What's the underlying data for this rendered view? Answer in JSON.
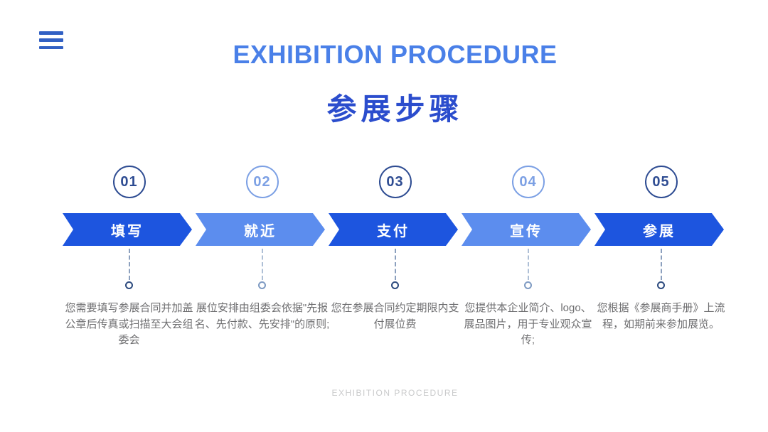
{
  "page": {
    "title_en": "EXHIBITION PROCEDURE",
    "title_zh": "参展步骤",
    "footer": "EXHIBITION PROCEDURE"
  },
  "colors": {
    "title_blue": "#4A80E8",
    "subtitle_blue": "#2B4DCD",
    "banner_dark": "#1D55DF",
    "banner_light": "#5C8DEE",
    "circle_dark": "#2E4C92",
    "circle_light": "#7CA0E4",
    "body_text_gray": "#6E6E70",
    "footer_gray": "#C9CACB",
    "menu_icon_blue": "#3160C4"
  },
  "menu": {
    "icon": "hamburger-icon"
  },
  "steps": [
    {
      "number": "01",
      "label": "填写",
      "tone": "dark",
      "description": "您需要填写参展合同并加盖公章后传真或扫描至大会组委会"
    },
    {
      "number": "02",
      "label": "就近",
      "tone": "light",
      "description": "展位安排由组委会依据\"先报名、先付款、先安排\"的原则;"
    },
    {
      "number": "03",
      "label": "支付",
      "tone": "dark",
      "description": "您在参展合同约定期限内支付展位费"
    },
    {
      "number": "04",
      "label": "宣传",
      "tone": "light",
      "description": "您提供本企业简介、logo、展品图片，用于专业观众宣传;"
    },
    {
      "number": "05",
      "label": "参展",
      "tone": "dark",
      "description": "您根据《参展商手册》上流程，如期前来参加展览。"
    }
  ]
}
